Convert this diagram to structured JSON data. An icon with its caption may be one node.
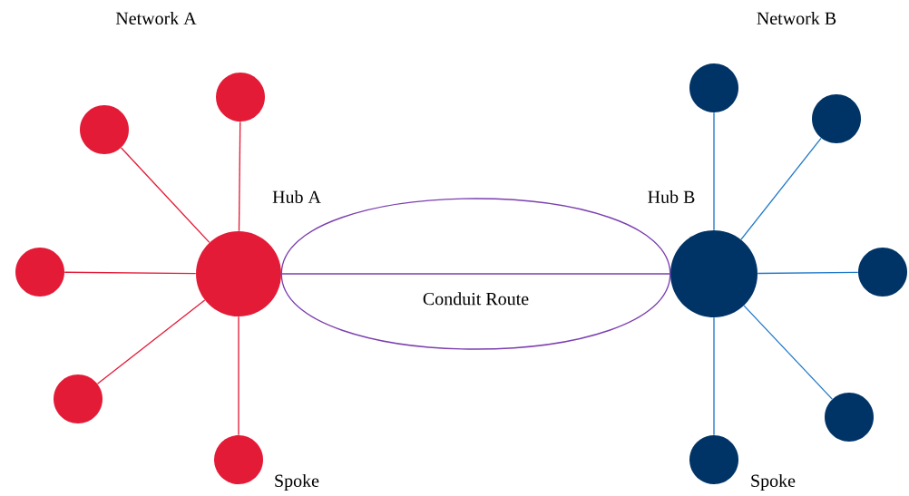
{
  "diagram": {
    "nodes": [
      {
        "text": [],
        "shape": "circle",
        "beside": [
          "Hub A"
        ]
      },
      {
        "text": [],
        "shape": "circle"
      },
      {
        "text": [],
        "shape": "circle"
      },
      {
        "text": [],
        "shape": "circle"
      },
      {
        "text": [],
        "shape": "circle"
      },
      {
        "text": [],
        "shape": "circle",
        "beside": [
          "Spoke"
        ]
      },
      {
        "text": [],
        "shape": "circle",
        "beside": [
          "Hub B"
        ]
      },
      {
        "text": [],
        "shape": "circle"
      },
      {
        "text": [],
        "shape": "circle"
      },
      {
        "text": [],
        "shape": "circle"
      },
      {
        "text": [],
        "shape": "circle"
      },
      {
        "text": [],
        "shape": "circle",
        "beside": [
          "Spoke"
        ]
      }
    ],
    "edges": [
      {
        "from": 0,
        "to": 1,
        "arrow": "none",
        "color": "#e31b37"
      },
      {
        "from": 0,
        "to": 2,
        "arrow": "none",
        "color": "#e31b37"
      },
      {
        "from": 0,
        "to": 3,
        "arrow": "none",
        "color": "#e31b37"
      },
      {
        "from": 0,
        "to": 4,
        "arrow": "none",
        "color": "#e31b37"
      },
      {
        "from": 0,
        "to": 5,
        "arrow": "none",
        "color": "#e31b37"
      },
      {
        "from": 0,
        "to": 6,
        "arrow": "none",
        "color": "#7b3fb0"
      },
      {
        "from": 0,
        "to": 6,
        "arrow": "none",
        "color": "#7b3fb0",
        "label": "Conduit Route"
      },
      {
        "from": 0,
        "to": 6,
        "arrow": "none",
        "color": "#7b3fb0"
      },
      {
        "from": 6,
        "to": 7,
        "arrow": "none",
        "color": "#1f78c8"
      },
      {
        "from": 6,
        "to": 8,
        "arrow": "none",
        "color": "#1f78c8"
      },
      {
        "from": 6,
        "to": 9,
        "arrow": "none",
        "color": "#1f78c8"
      },
      {
        "from": 6,
        "to": 10,
        "arrow": "none",
        "color": "#1f78c8"
      },
      {
        "from": 6,
        "to": 11,
        "arrow": "none",
        "color": "#1f78c8"
      }
    ],
    "labels": [
      "Network A",
      "Network B"
    ]
  }
}
